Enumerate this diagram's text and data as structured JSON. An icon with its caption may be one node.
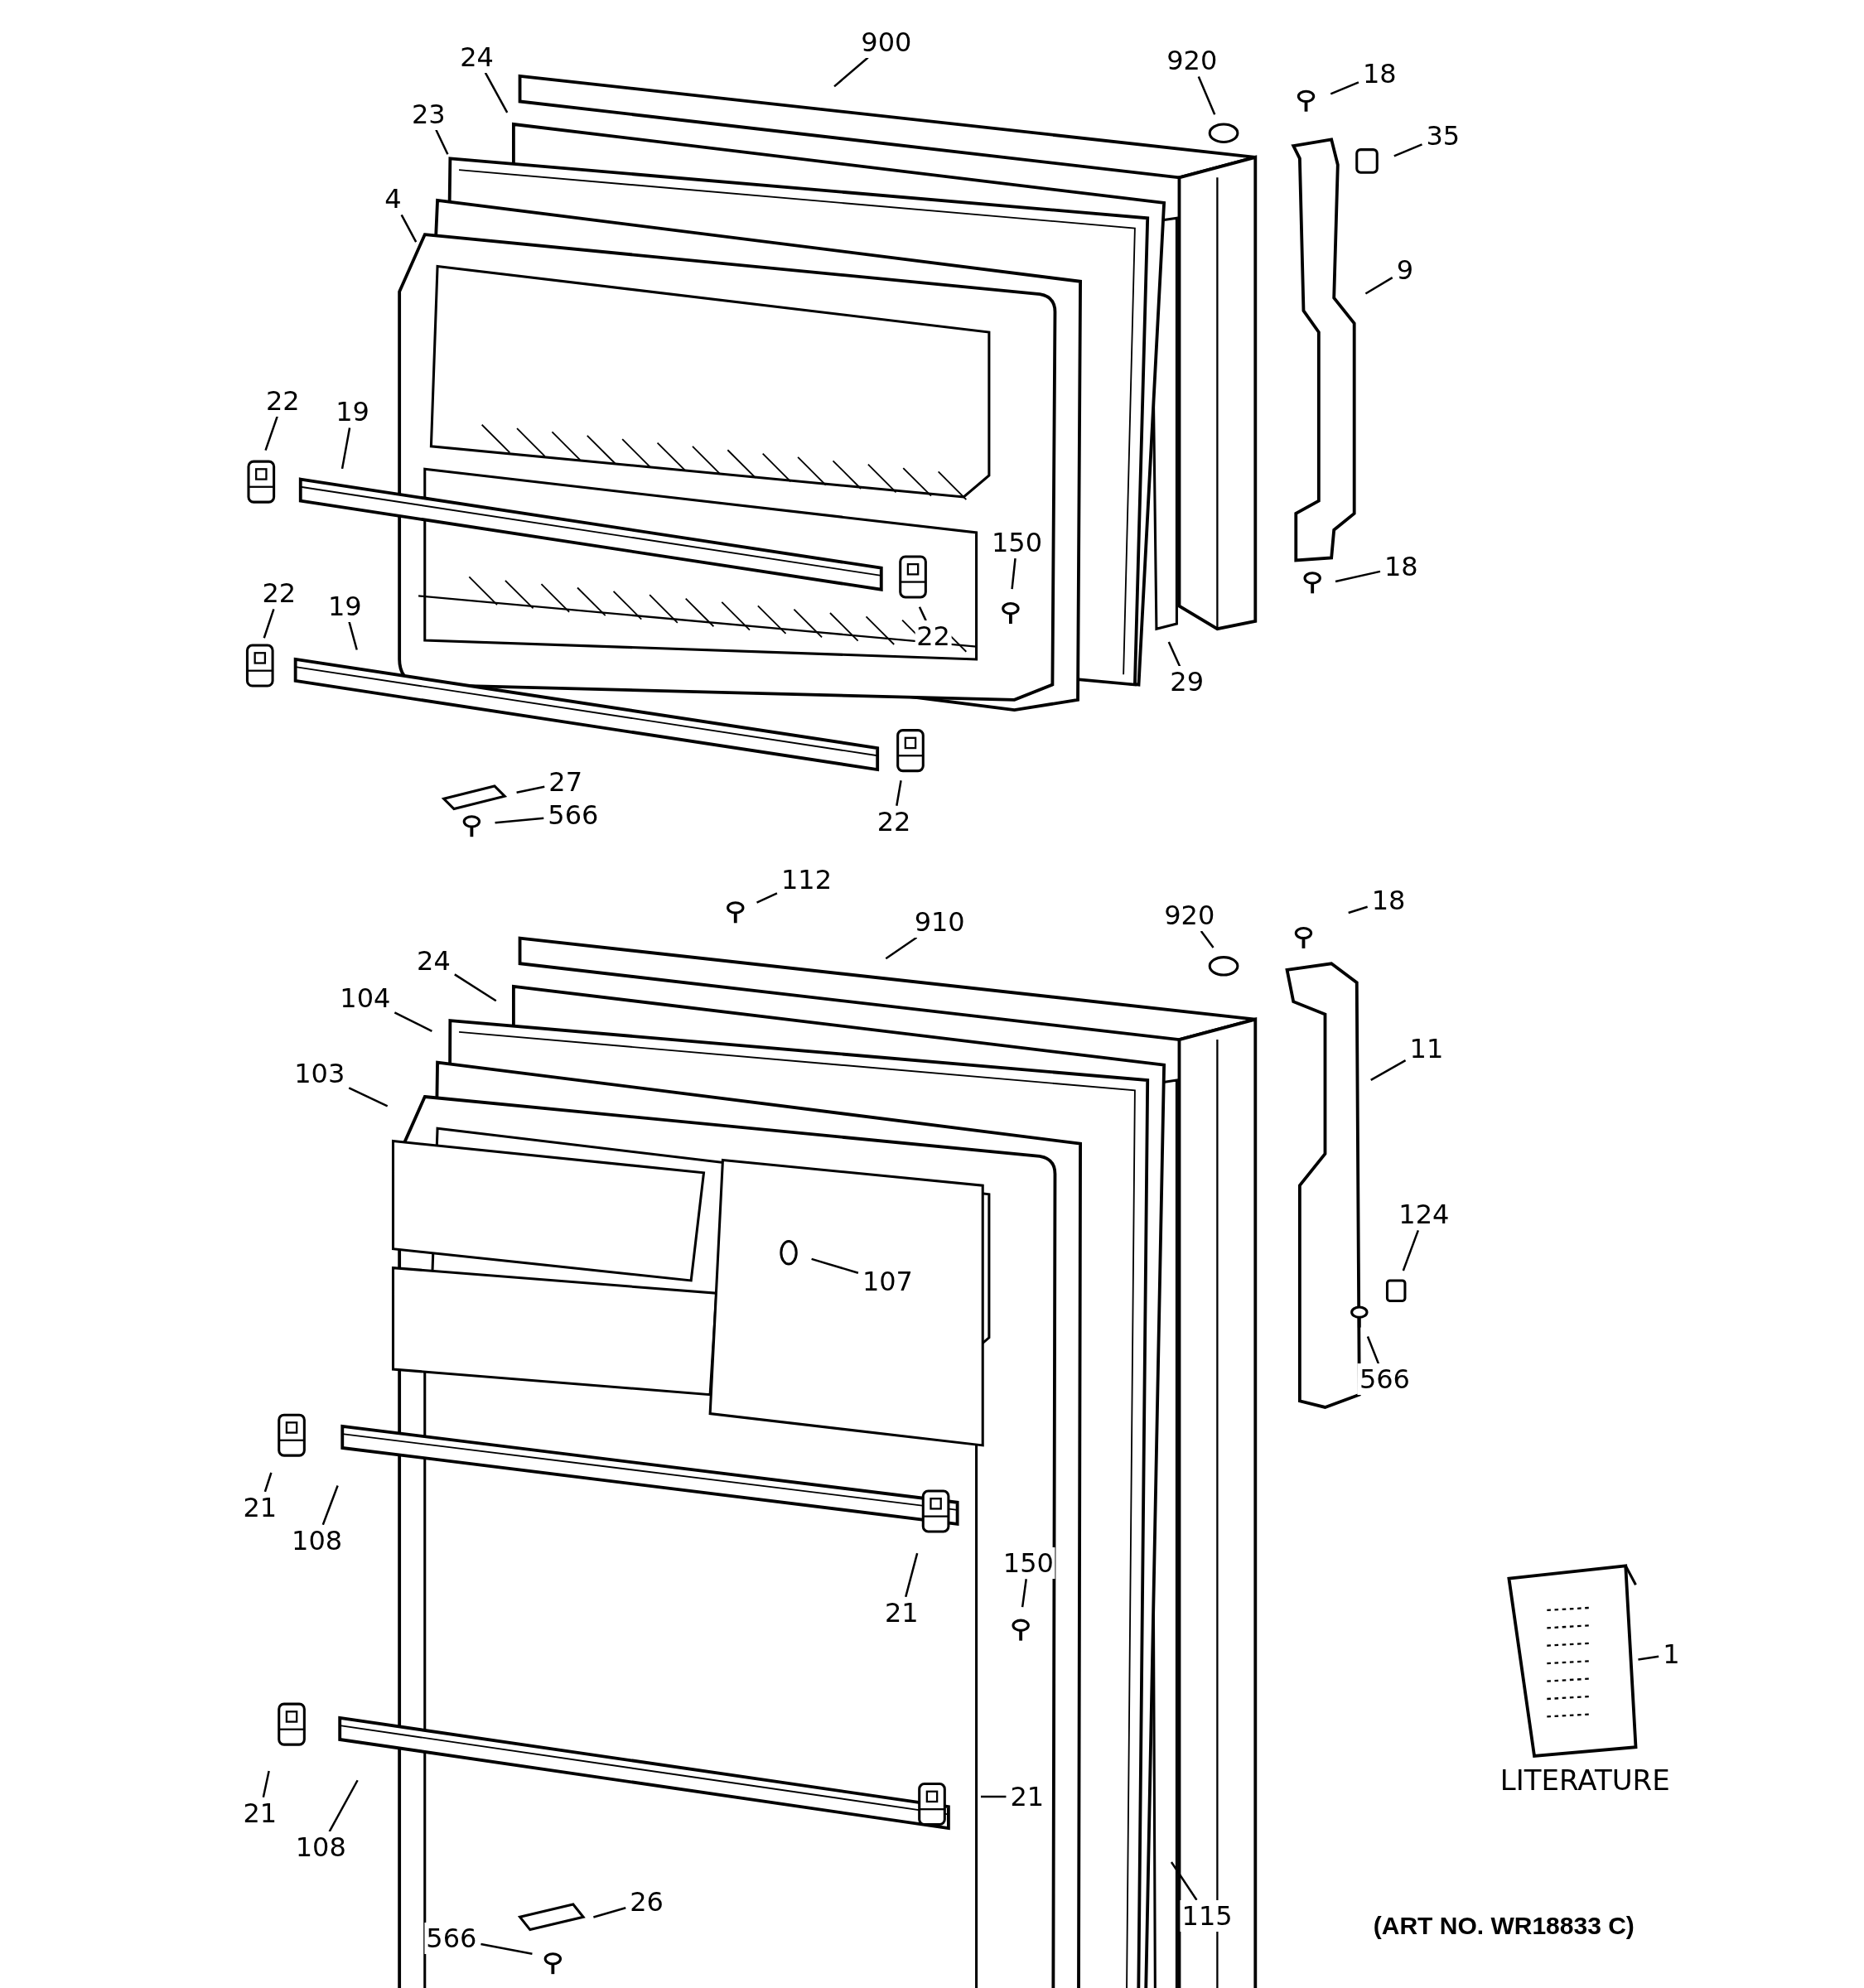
{
  "diagram": {
    "nodes": [
      {
        "text": [
          "24"
        ]
      },
      {
        "text": [
          "900"
        ]
      },
      {
        "text": [
          "920"
        ]
      },
      {
        "text": [
          "18"
        ]
      },
      {
        "text": [
          "23"
        ]
      },
      {
        "text": [
          "35"
        ]
      },
      {
        "text": [
          "4"
        ]
      },
      {
        "text": [
          "9"
        ]
      },
      {
        "text": [
          "22"
        ]
      },
      {
        "text": [
          "19"
        ]
      },
      {
        "text": [
          "150"
        ]
      },
      {
        "text": [
          "18"
        ]
      },
      {
        "text": [
          "22"
        ]
      },
      {
        "text": [
          "19"
        ]
      },
      {
        "text": [
          "22"
        ]
      },
      {
        "text": [
          "29"
        ]
      },
      {
        "text": [
          "27"
        ]
      },
      {
        "text": [
          "566"
        ]
      },
      {
        "text": [
          "22"
        ]
      },
      {
        "text": [
          "112"
        ]
      },
      {
        "text": [
          "18"
        ]
      },
      {
        "text": [
          "910"
        ]
      },
      {
        "text": [
          "920"
        ]
      },
      {
        "text": [
          "24"
        ]
      },
      {
        "text": [
          "104"
        ]
      },
      {
        "text": [
          "11"
        ]
      },
      {
        "text": [
          "103"
        ]
      },
      {
        "text": [
          "124"
        ]
      },
      {
        "text": [
          "107"
        ]
      },
      {
        "text": [
          "566"
        ]
      },
      {
        "text": [
          "21"
        ]
      },
      {
        "text": [
          "108"
        ]
      },
      {
        "text": [
          "150"
        ]
      },
      {
        "text": [
          "21"
        ]
      },
      {
        "text": [
          "1"
        ]
      },
      {
        "text": [
          "21"
        ]
      },
      {
        "text": [
          "21"
        ]
      },
      {
        "text": [
          "108"
        ]
      },
      {
        "text": [
          "26"
        ]
      },
      {
        "text": [
          "115"
        ]
      },
      {
        "text": [
          "566"
        ]
      }
    ],
    "edges": [
      {
        "from": 0,
        "to": null,
        "arrow": "none"
      },
      {
        "from": 1,
        "to": null,
        "arrow": "none"
      },
      {
        "from": 2,
        "to": null,
        "arrow": "none"
      },
      {
        "from": 3,
        "to": null,
        "arrow": "none"
      },
      {
        "from": 4,
        "to": null,
        "arrow": "none"
      },
      {
        "from": 5,
        "to": null,
        "arrow": "none"
      },
      {
        "from": 6,
        "to": null,
        "arrow": "none"
      },
      {
        "from": 7,
        "to": null,
        "arrow": "none"
      },
      {
        "from": 8,
        "to": null,
        "arrow": "none"
      },
      {
        "from": 9,
        "to": null,
        "arrow": "none"
      },
      {
        "from": 10,
        "to": null,
        "arrow": "none"
      },
      {
        "from": 11,
        "to": null,
        "arrow": "none"
      },
      {
        "from": 12,
        "to": null,
        "arrow": "none"
      },
      {
        "from": 13,
        "to": null,
        "arrow": "none"
      },
      {
        "from": 14,
        "to": null,
        "arrow": "none"
      },
      {
        "from": 15,
        "to": null,
        "arrow": "none"
      },
      {
        "from": 16,
        "to": null,
        "arrow": "none"
      },
      {
        "from": 17,
        "to": null,
        "arrow": "none"
      },
      {
        "from": 18,
        "to": null,
        "arrow": "none"
      },
      {
        "from": 19,
        "to": null,
        "arrow": "none"
      },
      {
        "from": 20,
        "to": null,
        "arrow": "none"
      },
      {
        "from": 21,
        "to": null,
        "arrow": "none"
      },
      {
        "from": 22,
        "to": null,
        "arrow": "none"
      },
      {
        "from": 23,
        "to": null,
        "arrow": "none"
      },
      {
        "from": 24,
        "to": null,
        "arrow": "none"
      },
      {
        "from": 25,
        "to": null,
        "arrow": "none"
      },
      {
        "from": 26,
        "to": null,
        "arrow": "none"
      },
      {
        "from": 27,
        "to": null,
        "arrow": "none"
      },
      {
        "from": 28,
        "to": null,
        "arrow": "none"
      },
      {
        "from": 29,
        "to": null,
        "arrow": "none"
      },
      {
        "from": 30,
        "to": null,
        "arrow": "none"
      },
      {
        "from": 31,
        "to": null,
        "arrow": "none"
      },
      {
        "from": 32,
        "to": null,
        "arrow": "none"
      },
      {
        "from": 33,
        "to": null,
        "arrow": "none"
      },
      {
        "from": 34,
        "to": null,
        "arrow": "none"
      },
      {
        "from": 35,
        "to": null,
        "arrow": "none"
      },
      {
        "from": 36,
        "to": null,
        "arrow": "none"
      },
      {
        "from": 37,
        "to": null,
        "arrow": "none"
      },
      {
        "from": 38,
        "to": null,
        "arrow": "none"
      },
      {
        "from": 39,
        "to": null,
        "arrow": "none"
      },
      {
        "from": 40,
        "to": null,
        "arrow": "none"
      }
    ],
    "labels": [
      "LITERATURE",
      "(ART NO. WR18833 C)"
    ]
  }
}
